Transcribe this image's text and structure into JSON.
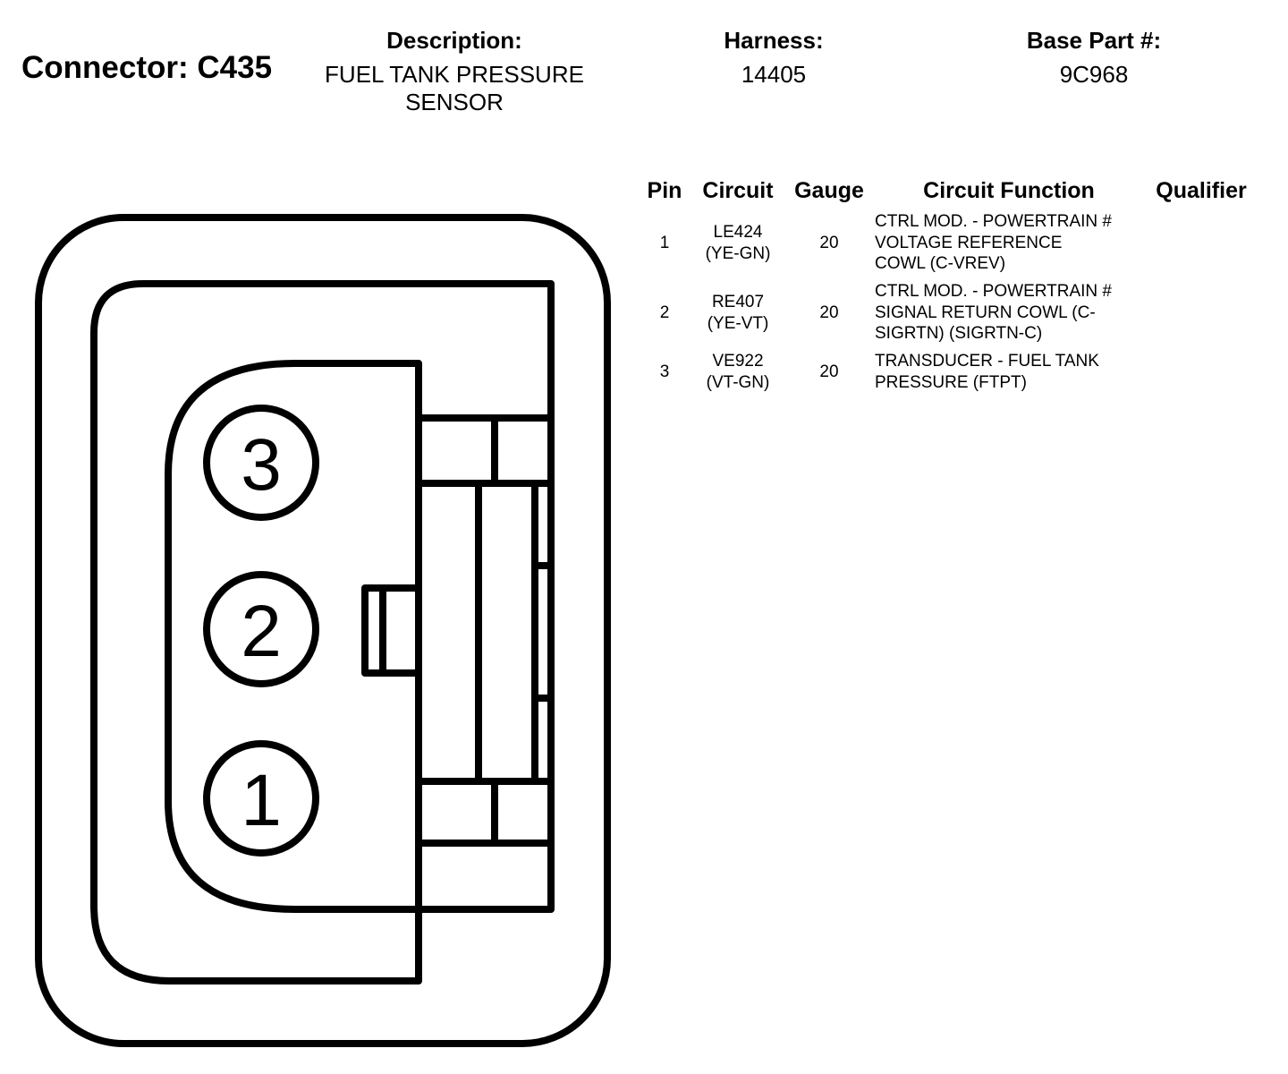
{
  "connector": {
    "title": "Connector: C435"
  },
  "header": {
    "description_label": "Description:",
    "description_value": "FUEL TANK PRESSURE SENSOR",
    "harness_label": "Harness:",
    "harness_value": "14405",
    "base_part_label": "Base Part #:",
    "base_part_value": "9C968"
  },
  "table": {
    "columns": [
      "Pin",
      "Circuit",
      "Gauge",
      "Circuit Function",
      "Qualifier"
    ],
    "rows": [
      {
        "pin": "1",
        "circuit": [
          "LE424",
          "(YE-GN)"
        ],
        "gauge": "20",
        "function": [
          "CTRL MOD. - POWERTRAIN #",
          "VOLTAGE REFERENCE",
          "COWL (C-VREV)"
        ],
        "qualifier": ""
      },
      {
        "pin": "2",
        "circuit": [
          "RE407",
          "(YE-VT)"
        ],
        "gauge": "20",
        "function": [
          "CTRL MOD. - POWERTRAIN #",
          "SIGNAL RETURN COWL (C-",
          "SIGRTN) (SIGRTN-C)"
        ],
        "qualifier": ""
      },
      {
        "pin": "3",
        "circuit": [
          "VE922",
          "(VT-GN)"
        ],
        "gauge": "20",
        "function": [
          "TRANSDUCER - FUEL TANK",
          "PRESSURE (FTPT)"
        ],
        "qualifier": ""
      }
    ]
  },
  "diagram": {
    "pin_labels": [
      "3",
      "2",
      "1"
    ],
    "stroke_color": "#000000",
    "fill_color": "#ffffff"
  }
}
